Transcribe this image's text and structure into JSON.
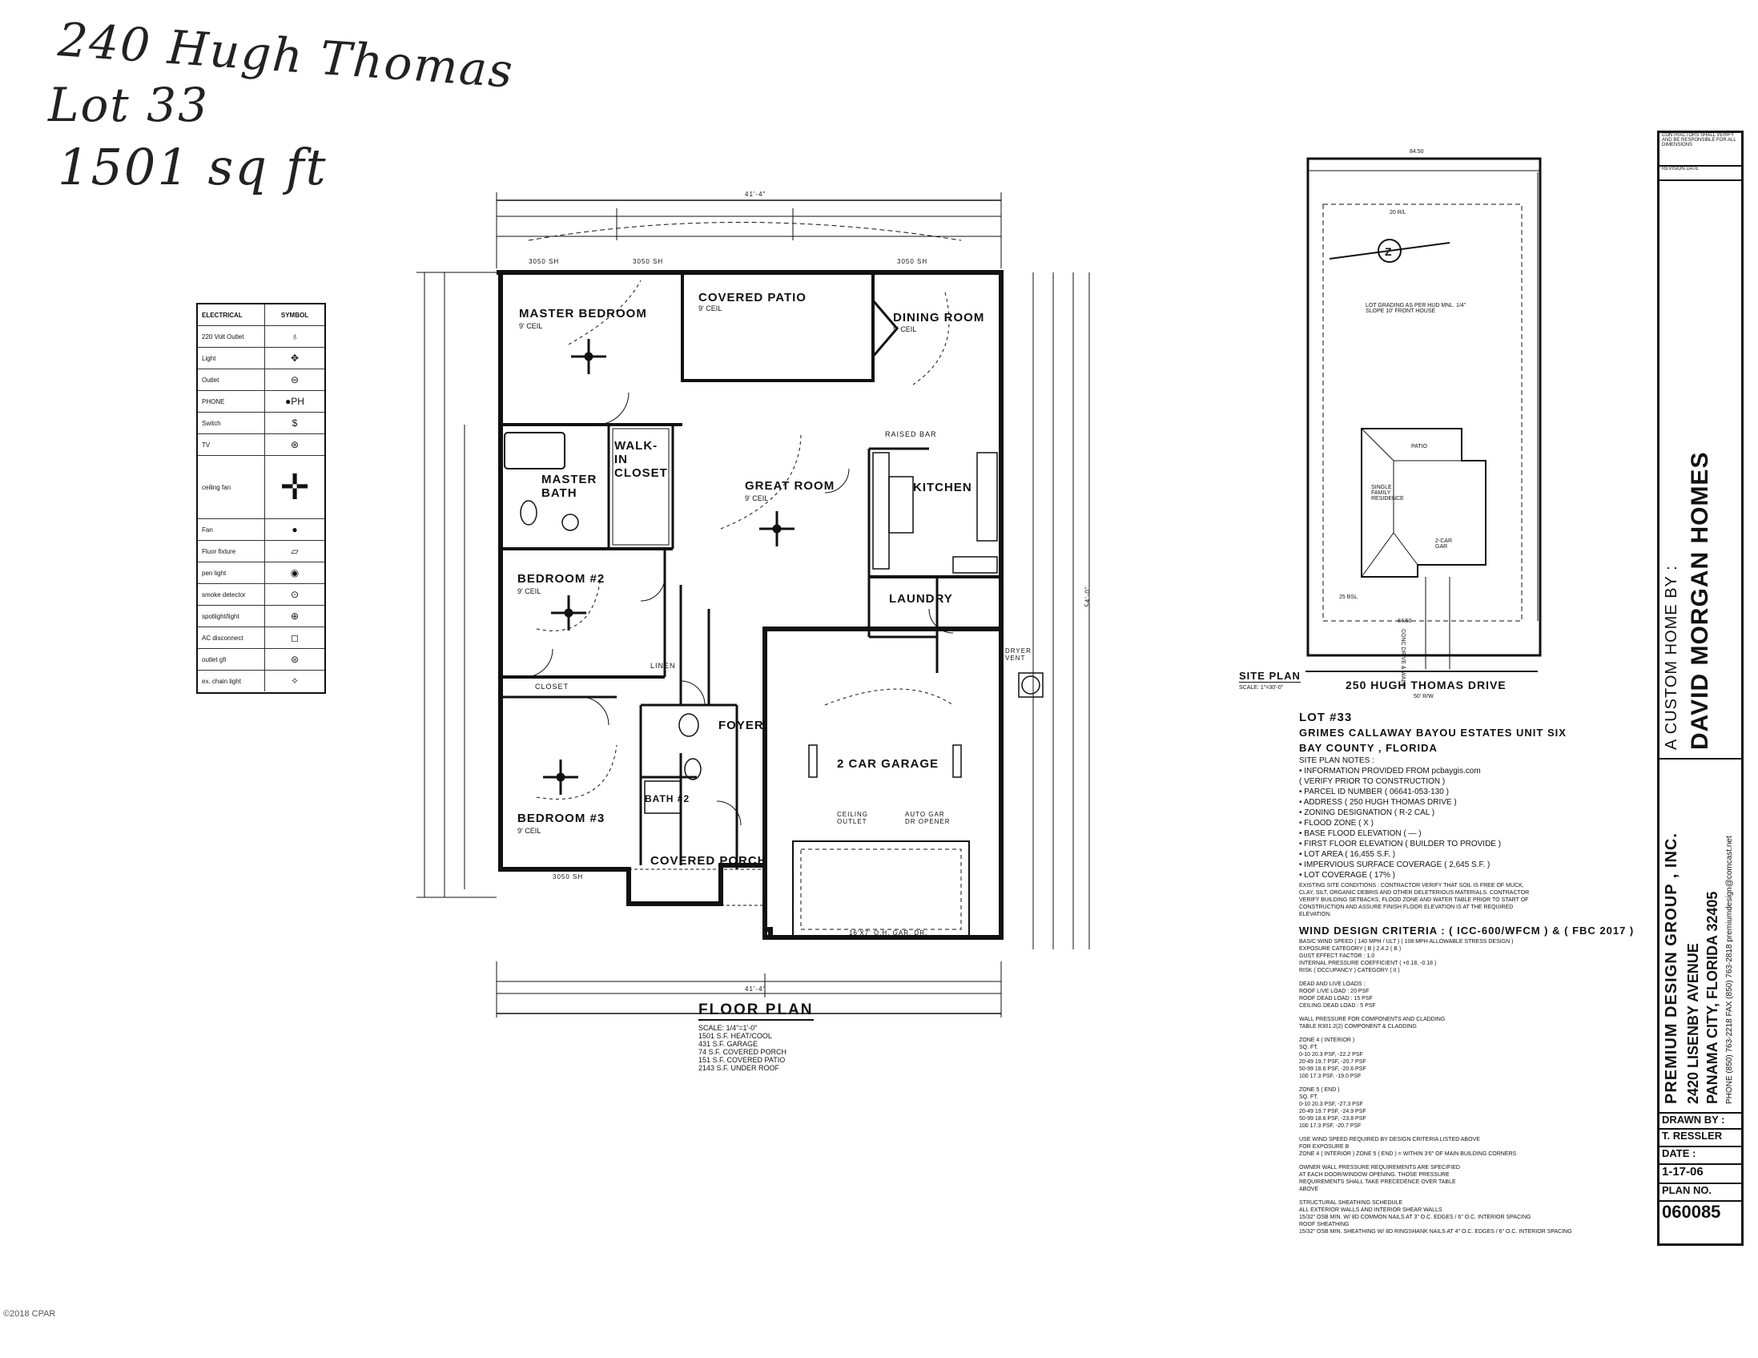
{
  "handwritten": {
    "line1": "240 Hugh Thomas",
    "line2": "Lot 33",
    "line3": "1501 sq ft"
  },
  "legend": {
    "header_name": "ELECTRICAL",
    "header_symbol": "SYMBOL",
    "items": [
      {
        "name": "220 Volt Outlet",
        "symbol": "♁"
      },
      {
        "name": "Light",
        "symbol": "✥"
      },
      {
        "name": "Outlet",
        "symbol": "⊖"
      },
      {
        "name": "PHONE",
        "symbol": "●PH"
      },
      {
        "name": "Switch",
        "symbol": "$"
      },
      {
        "name": "TV",
        "symbol": "⊛"
      },
      {
        "name": "ceiling fan",
        "symbol": "✛"
      },
      {
        "name": "Fan",
        "symbol": "●"
      },
      {
        "name": "Fluor fixture",
        "symbol": "▱"
      },
      {
        "name": "pen light",
        "symbol": "◉"
      },
      {
        "name": "smoke detector",
        "symbol": "⊙"
      },
      {
        "name": "spotlight/light",
        "symbol": "⊕"
      },
      {
        "name": "AC disconnect",
        "symbol": "◻"
      },
      {
        "name": "outlet gfi",
        "symbol": "⊜"
      },
      {
        "name": "ex. chain light",
        "symbol": "✧"
      }
    ]
  },
  "rooms": {
    "master_bedroom": "MASTER BEDROOM",
    "master_bedroom_ceil": "9' CEIL",
    "covered_patio": "COVERED PATIO",
    "covered_patio_ceil": "9' CEIL",
    "dining_room": "DINING ROOM",
    "dining_room_ceil": "9' CEIL",
    "walk_in_closet": "WALK-IN CLOSET",
    "master_bath": "MASTER BATH",
    "great_room": "GREAT ROOM",
    "great_room_ceil": "9' CEIL",
    "kitchen": "KITCHEN",
    "bedroom2": "BEDROOM #2",
    "bedroom2_ceil": "9' CEIL",
    "laundry": "LAUNDRY",
    "foyer": "FOYER",
    "two_car_garage": "2 CAR GARAGE",
    "bedroom3": "BEDROOM #3",
    "bedroom3_ceil": "9' CEIL",
    "bath2": "BATH #2",
    "covered_porch": "COVERED PORCH",
    "raised_bar": "RAISED BAR",
    "closet": "CLOSET",
    "linen": "LINEN",
    "ceiling_outlet": "CEILING OUTLET",
    "auto_gar_dr_opener": "AUTO GAR DR OPENER",
    "garage_door": "16'X7' O.H. GAR. DR.",
    "dryer_vent": "DRYER VENT",
    "window_3050": "3050 SH"
  },
  "dimensions": {
    "overall_width": "41'-4\"",
    "overall_depth": "54'-0\""
  },
  "floor_plan": {
    "title": "FLOOR PLAN",
    "scale": "SCALE: 1/4\"=1'-0\"",
    "areas": [
      "1501 S.F. HEAT/COOL",
      "431 S.F. GARAGE",
      "74 S.F. COVERED PORCH",
      "151 S.F. COVERED PATIO",
      "2143 S.F. UNDER ROOF"
    ]
  },
  "site_plan": {
    "title": "SITE PLAN",
    "scale": "SCALE: 1\"=30'-0\"",
    "street": "250 HUGH THOMAS DRIVE",
    "street_row": "50' R/W",
    "lot_grading_note": "LOT GRADING AS PER HUD MNL. 1/4\" SLOPE 10' FRONT HOUSE",
    "patio": "PATIO",
    "residence": "SINGLE FAMILY RESIDENCE",
    "garage": "2-CAR GAR",
    "driveway": "CONC DRIVE & WALK",
    "front_width": "84.50",
    "rear_width": "84.50",
    "rear_setback": "20 R/L",
    "front_setback": "25 BSL"
  },
  "notes": {
    "lot": "LOT #33",
    "subdivision": "GRIMES CALLAWAY BAYOU ESTATES UNIT SIX",
    "county": "BAY COUNTY , FLORIDA",
    "site_notes_title": "SITE PLAN NOTES :",
    "site_notes": [
      "• INFORMATION PROVIDED FROM pcbaygis.com",
      "( VERIFY PRIOR TO CONSTRUCTION )",
      "• PARCEL ID NUMBER ( 06641-053-130 )",
      "• ADDRESS ( 250 HUGH THOMAS DRIVE )",
      "• ZONING DESIGNATION ( R-2 CAL )",
      "• FLOOD ZONE ( X )",
      "• BASE FLOOD ELEVATION ( — )",
      "• FIRST FLOOR ELEVATION ( BUILDER TO PROVIDE )",
      "• LOT AREA ( 16,455 S.F. )",
      "• IMPERVIOUS SURFACE COVERAGE ( 2,645 S.F. )",
      "• LOT COVERAGE ( 17% )"
    ],
    "existing_conditions": "EXISTING SITE CONDITIONS : CONTRACTOR VERIFY THAT SOIL IS FREE OF MUCK, CLAY, SILT, ORGANIC DEBRIS AND OTHER DELETERIOUS MATERIALS. CONTRACTOR VERIFY BUILDING SETBACKS, FLOOD ZONE AND WATER TABLE PRIOR TO START OF CONSTRUCTION AND ASSURE FINISH FLOOR ELEVATION IS AT THE REQUIRED ELEVATION.",
    "wind_title": "WIND DESIGN CRITERIA : ( ICC-600/WFCM ) & ( FBC 2017 )",
    "wind_lines": [
      "BASIC WIND SPEED ( 140 MPH / ULT ) ( 108 MPH ALLOWABLE STRESS DESIGN )",
      "EXPOSURE CATEGORY ( B ) 2.4.2 ( B )",
      "GUST EFFECT FACTOR : 1.0",
      "INTERNAL PRESSURE COEFFICIENT ( +0.18, -0.18 )",
      "RISK ( OCCUPANCY ) CATEGORY ( II )"
    ],
    "loads": [
      "DEAD AND LIVE LOADS :",
      "ROOF LIVE LOAD : 20 PSF",
      "ROOF DEAD LOAD : 15 PSF",
      "CEILING DEAD LOAD : 5 PSF"
    ],
    "wall_pressure": [
      "WALL PRESSURE FOR COMPONENTS AND CLADDING",
      "TABLE R301.2(2) COMPONENT & CLADDING"
    ],
    "zone4": [
      "ZONE 4 ( INTERIOR )",
      "SQ. FT.",
      "0-10     20.3 PSF, -22.2 PSF",
      "20-49    19.7 PSF, -20.7 PSF",
      "50-99    18.6 PSF, -20.6 PSF",
      "100      17.3 PSF, -19.0 PSF"
    ],
    "zone5": [
      "ZONE 5 ( END )",
      "SQ. FT.",
      "0-10     20.3 PSF, -27.3 PSF",
      "20-49    19.7 PSF, -24.9 PSF",
      "50-99    18.6 PSF, -23.8 PSF",
      "100      17.3 PSF, -20.7 PSF"
    ],
    "use_note": [
      "USE WIND SPEED REQUIRED BY DESIGN CRITERIA LISTED ABOVE",
      "FOR EXPOSURE B",
      "ZONE 4 ( INTERIOR ) ZONE 5 ( END ) = WITHIN 3'6\" OF MAIN BUILDING CORNERS"
    ],
    "owner_note": [
      "OWNER WALL PRESSURE REQUIREMENTS ARE SPECIFIED",
      "AT EACH DOOR/WINDOW OPENING. THOSE PRESSURE",
      "REQUIREMENTS SHALL TAKE PRECEDENCE OVER TABLE",
      "ABOVE"
    ],
    "sheathing": [
      "STRUCTURAL SHEATHING SCHEDULE",
      "ALL EXTERIOR WALLS AND INTERIOR SHEAR WALLS",
      "15/32\" OSB MIN. W/ 8D COMMON NAILS AT 3\" O.C. EDGES / 6\" O.C. INTERIOR SPACING",
      "ROOF SHEATHING",
      "15/32\" OSB MIN. SHEATHING W/ 8D RINGSHANK NAILS AT 4\" O.C. EDGES / 6\" O.C. INTERIOR SPACING"
    ]
  },
  "title_block": {
    "contractor_note": "CONTRACTORS SHALL VERIFY AND BE RESPONSIBLE FOR ALL DIMENSIONS",
    "revision_date": "REVISION DATE",
    "custom_home_by": "A CUSTOM HOME BY :",
    "builder": "DAVID MORGAN HOMES",
    "firm": "PREMIUM DESIGN GROUP , INC.",
    "street": "2420 LISENBY AVENUE",
    "city": "PANAMA CITY, FLORIDA 32405",
    "phone": "PHONE (850) 763-2218  FAX (850) 763-2818  premiumdesign@comcast.net",
    "drawn_by_label": "DRAWN BY :",
    "drawn_by": "T. RESSLER",
    "date_label": "DATE :",
    "date": "1-17-06",
    "plan_no_label": "PLAN NO.",
    "plan_no": "060085"
  },
  "copyright": "©2018 CPAR"
}
